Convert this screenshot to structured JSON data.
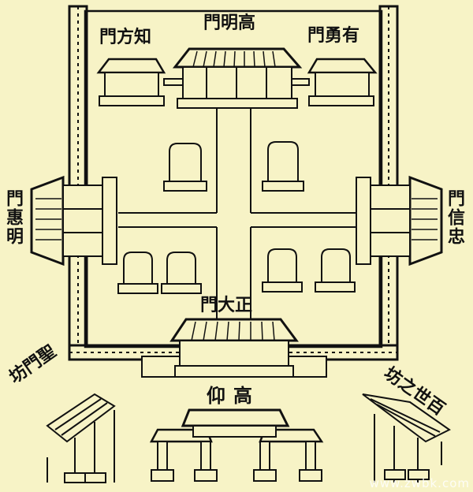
{
  "labels": {
    "north_main_gate": "門明高",
    "north_left_gate": "門方知",
    "north_right_gate": "門勇有",
    "west_gate": "門惠明",
    "east_gate": "門信忠",
    "south_main_gate": "門大正",
    "south_arch": "仰高",
    "southwest_pavilion": "坊門聖",
    "southeast_pavilion": "坊之世百"
  },
  "watermark": "www.zwbk.com"
}
